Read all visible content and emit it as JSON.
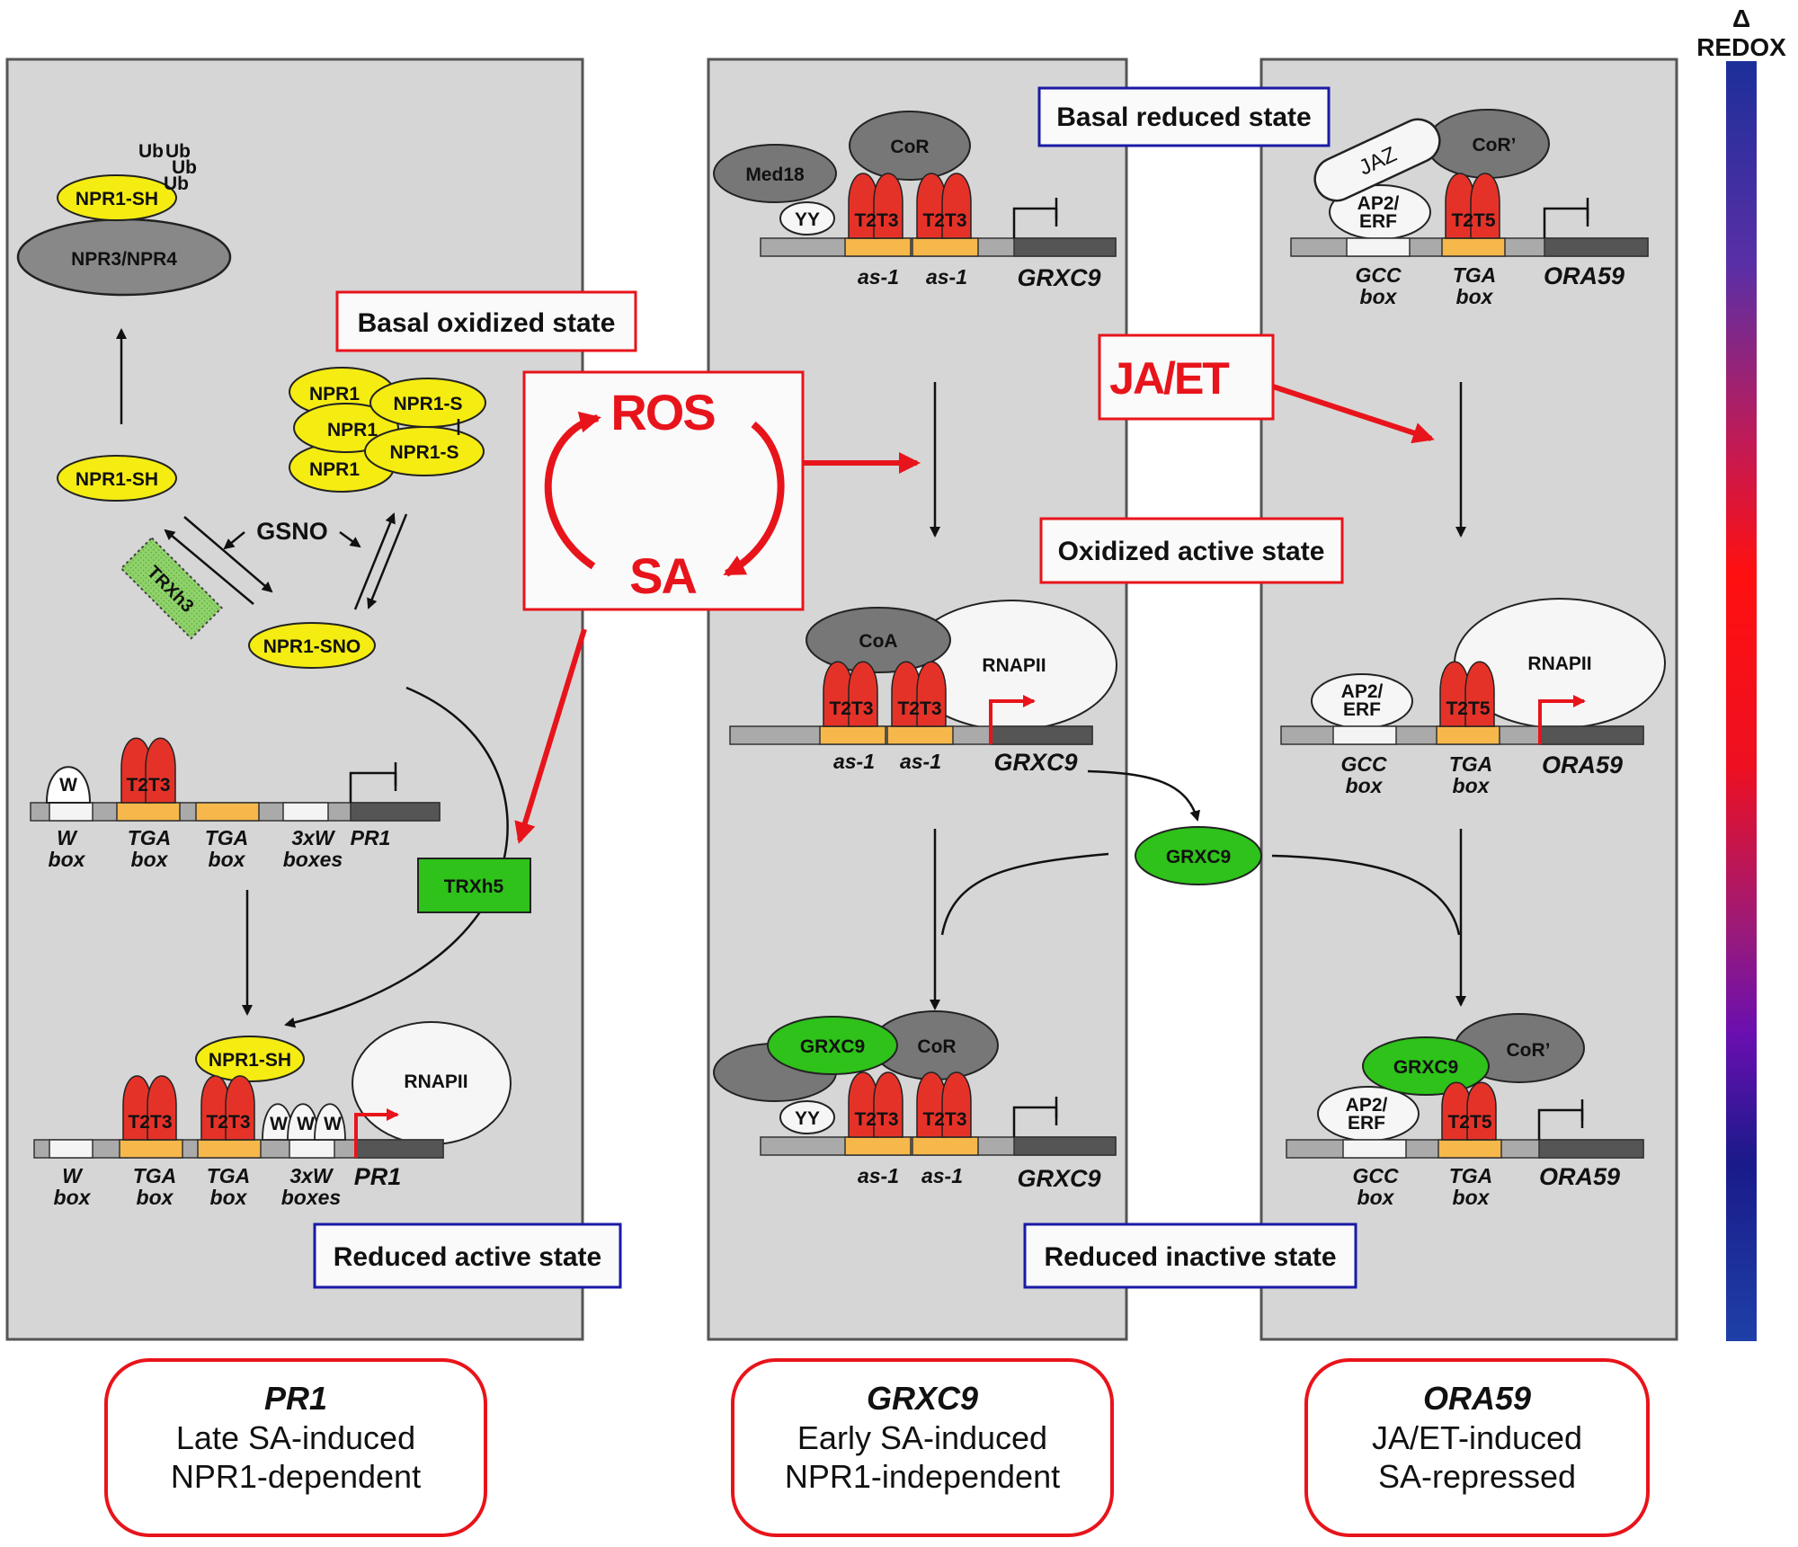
{
  "redox_scale": {
    "symbol": "Δ",
    "label": "REDOX"
  },
  "states": {
    "basal_oxidized": "Basal oxidized state",
    "basal_reduced": "Basal reduced state",
    "oxidized_active": "Oxidized active state",
    "reduced_active": "Reduced active state",
    "reduced_inactive": "Reduced inactive state"
  },
  "signals": {
    "ros": "ROS",
    "sa": "SA",
    "jaet": "JA/ET"
  },
  "pr1_panel": {
    "ub": [
      "Ub",
      "Ub",
      "Ub",
      "Ub"
    ],
    "npr1_sh": "NPR1-SH",
    "npr3_npr4": "NPR3/NPR4",
    "npr1": "NPR1",
    "npr1_s": "NPR1-S",
    "gsno": "GSNO",
    "trxh3": "TRXh3",
    "npr1_sno": "NPR1-SNO",
    "trxh5": "TRXh5",
    "w": "W",
    "t2t3": "T2T3",
    "rnapii": "RNAPII",
    "box_labels": {
      "w1": "W",
      "w2": "box",
      "tga1": "TGA",
      "tga2": "box",
      "x3w1": "3xW",
      "x3w2": "boxes",
      "gene": "PR1"
    }
  },
  "grxc9_panel": {
    "cor": "CoR",
    "coa": "CoA",
    "med18": "Med18",
    "yy": "YY",
    "t2t3": "T2T3",
    "rnapii": "RNAPII",
    "grxc9": "GRXC9",
    "as1": "as-1",
    "gene": "GRXC9"
  },
  "ora59_panel": {
    "jaz": "JAZ",
    "cor": "CoR’",
    "ap2_1": "AP2/",
    "ap2_2": "ERF",
    "t2t5": "T2T5",
    "rnapii": "RNAPII",
    "grxc9": "GRXC9",
    "gcc1": "GCC",
    "gcc2": "box",
    "tga1": "TGA",
    "tga2": "box",
    "gene": "ORA59"
  },
  "summaries": [
    {
      "title": "PR1",
      "line1": "Late SA-induced",
      "line2": "NPR1-dependent"
    },
    {
      "title": "GRXC9",
      "line1": "Early SA-induced",
      "line2": "NPR1-independent"
    },
    {
      "title": "ORA59",
      "line1": "JA/ET-induced",
      "line2": "SA-repressed"
    }
  ],
  "colors": {
    "red": "#e8141b",
    "blue": "#1a1aa6",
    "yellow": "#f5ec12",
    "green": "#2ec21a",
    "panel": "#d6d6d6"
  }
}
